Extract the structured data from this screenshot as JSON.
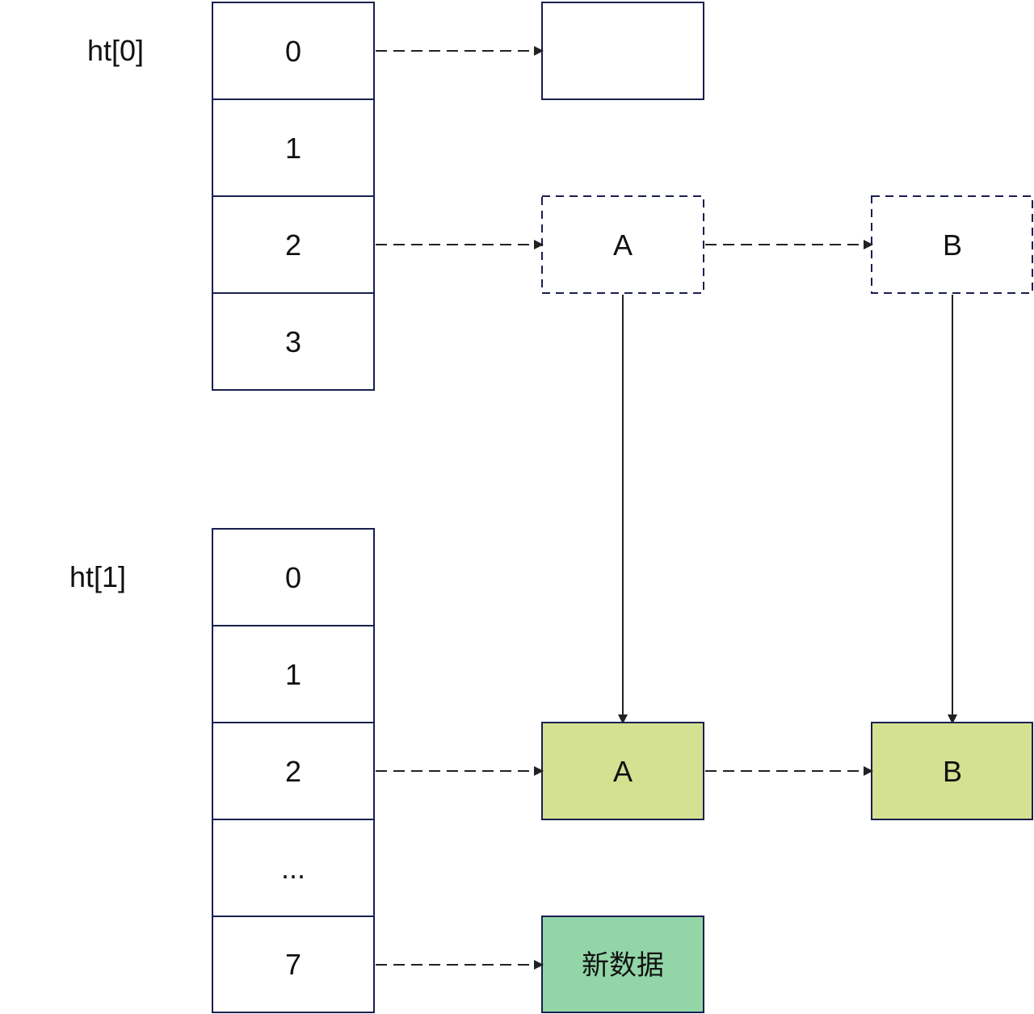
{
  "tables": {
    "ht0": {
      "label": "ht[0]",
      "cells": [
        "0",
        "1",
        "2",
        "3"
      ]
    },
    "ht1": {
      "label": "ht[1]",
      "cells": [
        "0",
        "1",
        "2",
        "...",
        "7"
      ]
    }
  },
  "nodes": {
    "empty_node": "",
    "old_a": "A",
    "old_b": "B",
    "new_a": "A",
    "new_b": "B",
    "new_data": "新数据"
  },
  "colors": {
    "border": "#1a1f4e",
    "migrated_node_fill": "#d3e191",
    "new_data_fill": "#92d6a8",
    "arrow": "#222222"
  }
}
